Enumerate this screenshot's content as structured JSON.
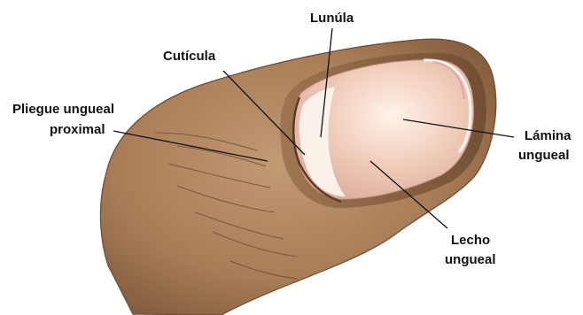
{
  "labels": {
    "lunula": "Lunúla",
    "cuticula": "Cutícula",
    "pliegue_line1": "Pliegue ungueal",
    "pliegue_line2": "proximal",
    "lamina_line1": "Lámina",
    "lamina_line2": "ungueal",
    "lecho_line1": "Lecho",
    "lecho_line2": "ungueal"
  },
  "colors": {
    "skin": "#b08660",
    "skin_shadow": "#7c5638",
    "nail": "#f3d2c2",
    "lunula": "#fbf3ec",
    "nail_edge": "#d9a7a0",
    "background": "#ffffff"
  }
}
